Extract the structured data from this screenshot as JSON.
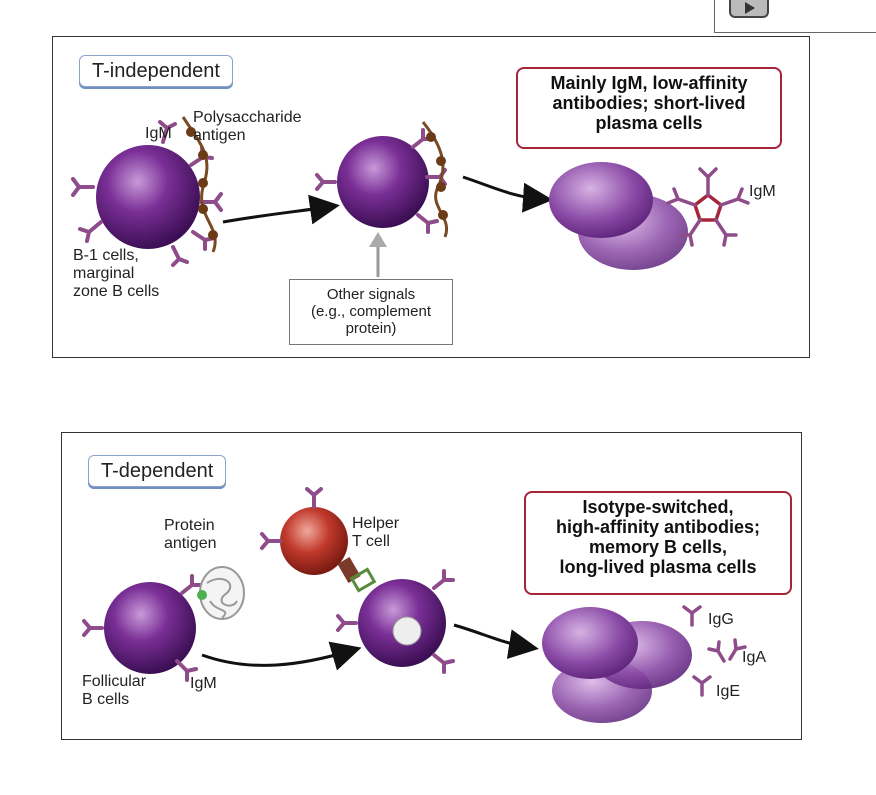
{
  "top_panel": {
    "title": "T-independent",
    "label_igm": "IgM",
    "label_antigen_1": "Polysaccharide",
    "label_antigen_2": "antigen",
    "label_cells_1": "B-1 cells,",
    "label_cells_2": "marginal",
    "label_cells_3": "zone B cells",
    "signals_1": "Other signals",
    "signals_2": "(e.g., complement",
    "signals_3": "protein)",
    "result_1": "Mainly IgM, low-affinity",
    "result_2": "antibodies; short-lived",
    "result_3": "plasma cells",
    "label_igm_product": "IgM"
  },
  "bottom_panel": {
    "title": "T-dependent",
    "label_protein_1": "Protein",
    "label_protein_2": "antigen",
    "label_helper_1": "Helper",
    "label_helper_2": "T cell",
    "label_cells_1": "Follicular",
    "label_cells_2": "B cells",
    "label_igm": "IgM",
    "result_1": "Isotype-switched,",
    "result_2": "high-affinity antibodies;",
    "result_3": "memory B cells,",
    "result_4": "long-lived plasma cells",
    "label_igg": "IgG",
    "label_iga": "IgA",
    "label_ige": "IgE"
  },
  "colors": {
    "b_cell": "#6b2a8a",
    "plasma_cell": "#7e3f9a",
    "helper_t_cell": "#c0392b",
    "antibody": "#8e4d8a",
    "result_border": "#a5263a",
    "polysaccharide": "#7a4a22"
  }
}
